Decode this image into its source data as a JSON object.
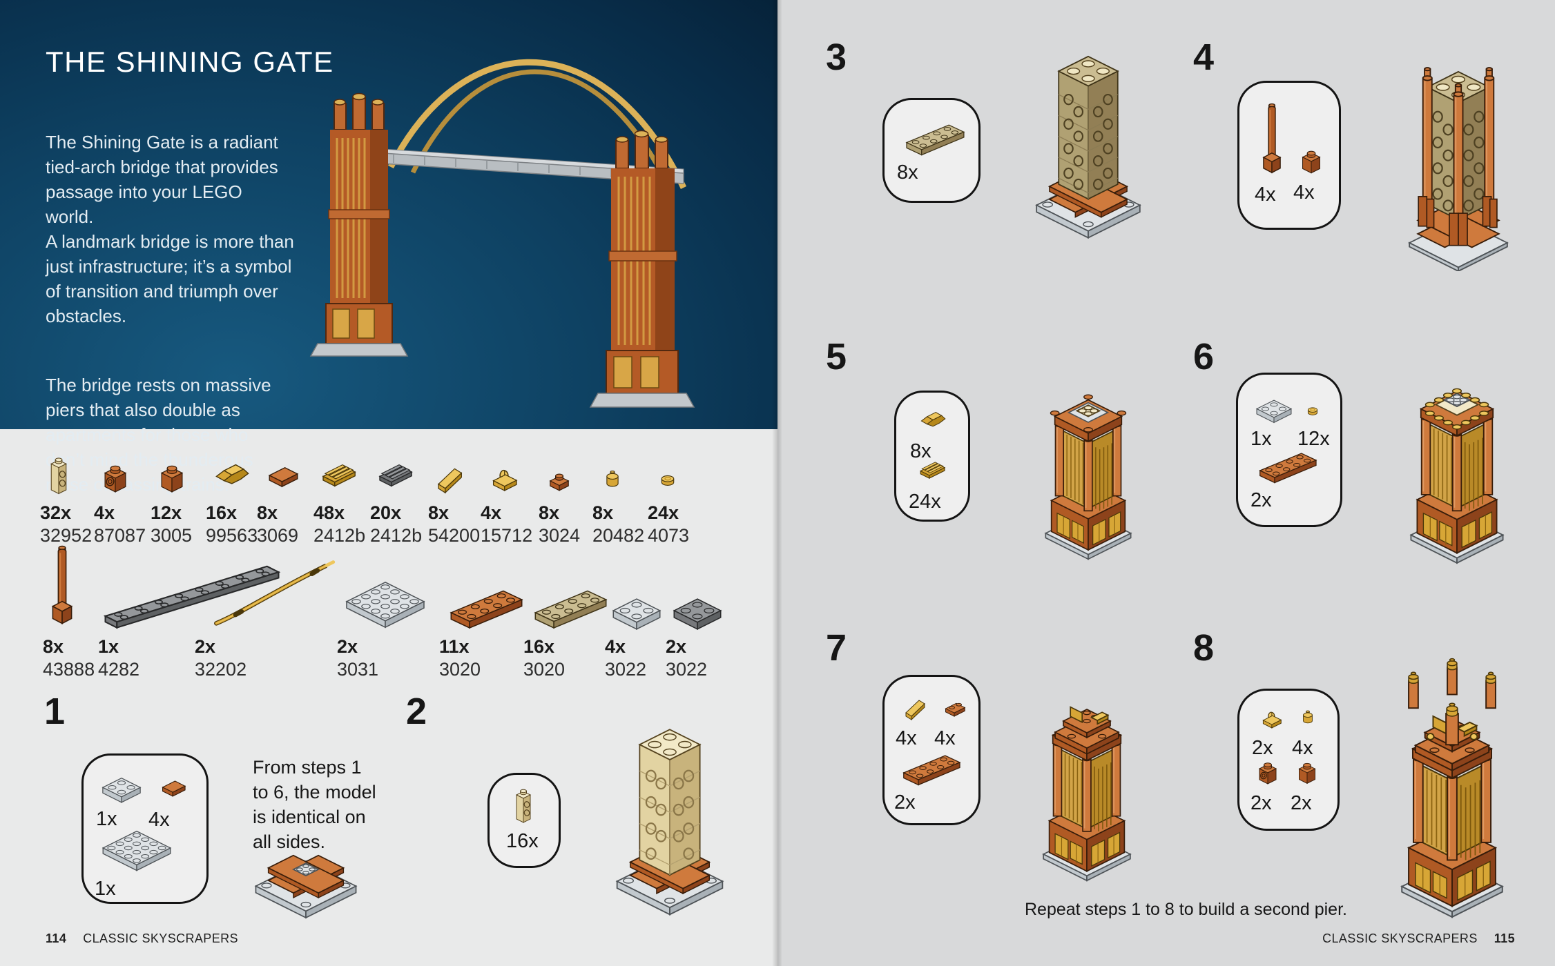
{
  "book": {
    "series_title": "CLASSIC SKYSCRAPERS",
    "left_page_number": "114",
    "right_page_number": "115"
  },
  "hero": {
    "title": "THE SHINING GATE",
    "para1": "The Shining Gate is a radiant\ntied-arch bridge that provides\npassage into your LEGO world.\nA landmark bridge is more than\njust infrastructure; it’s a symbol\nof transition and triumph over\nobstacles.",
    "para2": "The bridge rests on massive\npiers that also double as\napartments for those who\ndon’t mind the thunderous\nnoise of passing trains.",
    "image": "lego-tied-arch-bridge-photo"
  },
  "parts_list": {
    "row1": [
      {
        "qty": "32x",
        "part": "32952",
        "icon": "brick-1x1x2-side-studs",
        "color": "tan"
      },
      {
        "qty": "4x",
        "part": "87087",
        "icon": "brick-1x1-side-stud",
        "color": "dark-orange"
      },
      {
        "qty": "12x",
        "part": "3005",
        "icon": "brick-1x1",
        "color": "dark-orange"
      },
      {
        "qty": "16x",
        "part": "99563",
        "icon": "ingot",
        "color": "pearl-gold"
      },
      {
        "qty": "8x",
        "part": "3069",
        "icon": "tile-1x2",
        "color": "dark-orange"
      },
      {
        "qty": "48x",
        "part": "2412b",
        "icon": "grille-tile-1x2",
        "color": "pearl-gold"
      },
      {
        "qty": "20x",
        "part": "2412b",
        "icon": "grille-tile-1x2",
        "color": "dark-gray"
      },
      {
        "qty": "8x",
        "part": "54200",
        "icon": "slope-cheese-1x1",
        "color": "pearl-gold"
      },
      {
        "qty": "4x",
        "part": "15712",
        "icon": "tile-1x1-clip",
        "color": "pearl-gold"
      },
      {
        "qty": "8x",
        "part": "3024",
        "icon": "plate-1x1",
        "color": "dark-orange"
      },
      {
        "qty": "8x",
        "part": "20482",
        "icon": "round-tile-1x1-bar",
        "color": "pearl-gold"
      },
      {
        "qty": "24x",
        "part": "4073",
        "icon": "round-plate-1x1",
        "color": "pearl-gold"
      }
    ],
    "row2": [
      {
        "qty": "8x",
        "part": "43888",
        "icon": "lamppost-pole",
        "color": "dark-orange"
      },
      {
        "qty": "1x",
        "part": "4282",
        "icon": "plate-2x16",
        "color": "dark-gray"
      },
      {
        "qty": "2x",
        "part": "32202",
        "icon": "whip-rod",
        "color": "pearl-gold"
      },
      {
        "qty": "2x",
        "part": "3031",
        "icon": "plate-4x4",
        "color": "light-gray"
      },
      {
        "qty": "11x",
        "part": "3020",
        "icon": "plate-2x4",
        "color": "dark-orange"
      },
      {
        "qty": "16x",
        "part": "3020",
        "icon": "plate-2x4",
        "color": "dark-tan"
      },
      {
        "qty": "4x",
        "part": "3022",
        "icon": "plate-2x2",
        "color": "light-gray"
      },
      {
        "qty": "2x",
        "part": "3022",
        "icon": "plate-2x2",
        "color": "dark-gray"
      }
    ]
  },
  "steps": {
    "s1": {
      "number": "1",
      "parts": [
        {
          "qty": "1x",
          "icon": "plate-2x2",
          "color": "light-gray"
        },
        {
          "qty": "4x",
          "icon": "tile-1x2",
          "color": "dark-orange"
        },
        {
          "qty": "1x",
          "icon": "plate-4x4",
          "color": "light-gray"
        }
      ]
    },
    "s2": {
      "number": "2",
      "parts": [
        {
          "qty": "16x",
          "icon": "brick-1x1x2-side-studs",
          "color": "tan"
        }
      ]
    },
    "s3": {
      "number": "3",
      "parts": [
        {
          "qty": "8x",
          "icon": "plate-2x4",
          "color": "dark-tan"
        }
      ]
    },
    "s4": {
      "number": "4",
      "parts": [
        {
          "qty": "4x",
          "icon": "lamppost-pole",
          "color": "dark-orange"
        },
        {
          "qty": "4x",
          "icon": "brick-1x1",
          "color": "dark-orange"
        }
      ]
    },
    "s5": {
      "number": "5",
      "parts": [
        {
          "qty": "8x",
          "icon": "ingot",
          "color": "pearl-gold"
        },
        {
          "qty": "24x",
          "icon": "grille-tile-1x2",
          "color": "pearl-gold"
        }
      ]
    },
    "s6": {
      "number": "6",
      "parts": [
        {
          "qty": "1x",
          "icon": "plate-2x2",
          "color": "light-gray"
        },
        {
          "qty": "12x",
          "icon": "round-plate-1x1",
          "color": "pearl-gold"
        },
        {
          "qty": "2x",
          "icon": "plate-2x4",
          "color": "dark-orange"
        }
      ]
    },
    "s7": {
      "number": "7",
      "parts": [
        {
          "qty": "4x",
          "icon": "slope-cheese-1x1",
          "color": "pearl-gold"
        },
        {
          "qty": "4x",
          "icon": "plate-1x2",
          "color": "dark-orange"
        },
        {
          "qty": "2x",
          "icon": "plate-2x4",
          "color": "dark-orange"
        }
      ]
    },
    "s8": {
      "number": "8",
      "parts": [
        {
          "qty": "2x",
          "icon": "tile-1x1-clip",
          "color": "pearl-gold"
        },
        {
          "qty": "4x",
          "icon": "round-tile-1x1-bar",
          "color": "pearl-gold"
        },
        {
          "qty": "2x",
          "icon": "brick-1x1-side-stud",
          "color": "dark-orange"
        },
        {
          "qty": "2x",
          "icon": "brick-1x1",
          "color": "dark-orange"
        }
      ]
    }
  },
  "notes": {
    "identical_note": "From steps 1\nto 6, the model\nis identical on\nall sides.",
    "repeat_note": "Repeat steps 1 to 8 to build a second pier."
  },
  "colors": {
    "dark_orange": "#b05a24",
    "pearl_gold": "#d7a636",
    "tan": "#e2d3a2",
    "dark_tan": "#b0a173",
    "light_gray": "#c2c9ce",
    "dark_gray": "#77797c",
    "hero_bg_deep": "#051b2e",
    "hero_bg_glow": "#17597f",
    "left_page_bg": "#e9eaea",
    "right_page_bg": "#d8d9da",
    "callout_bg": "#efefef"
  }
}
